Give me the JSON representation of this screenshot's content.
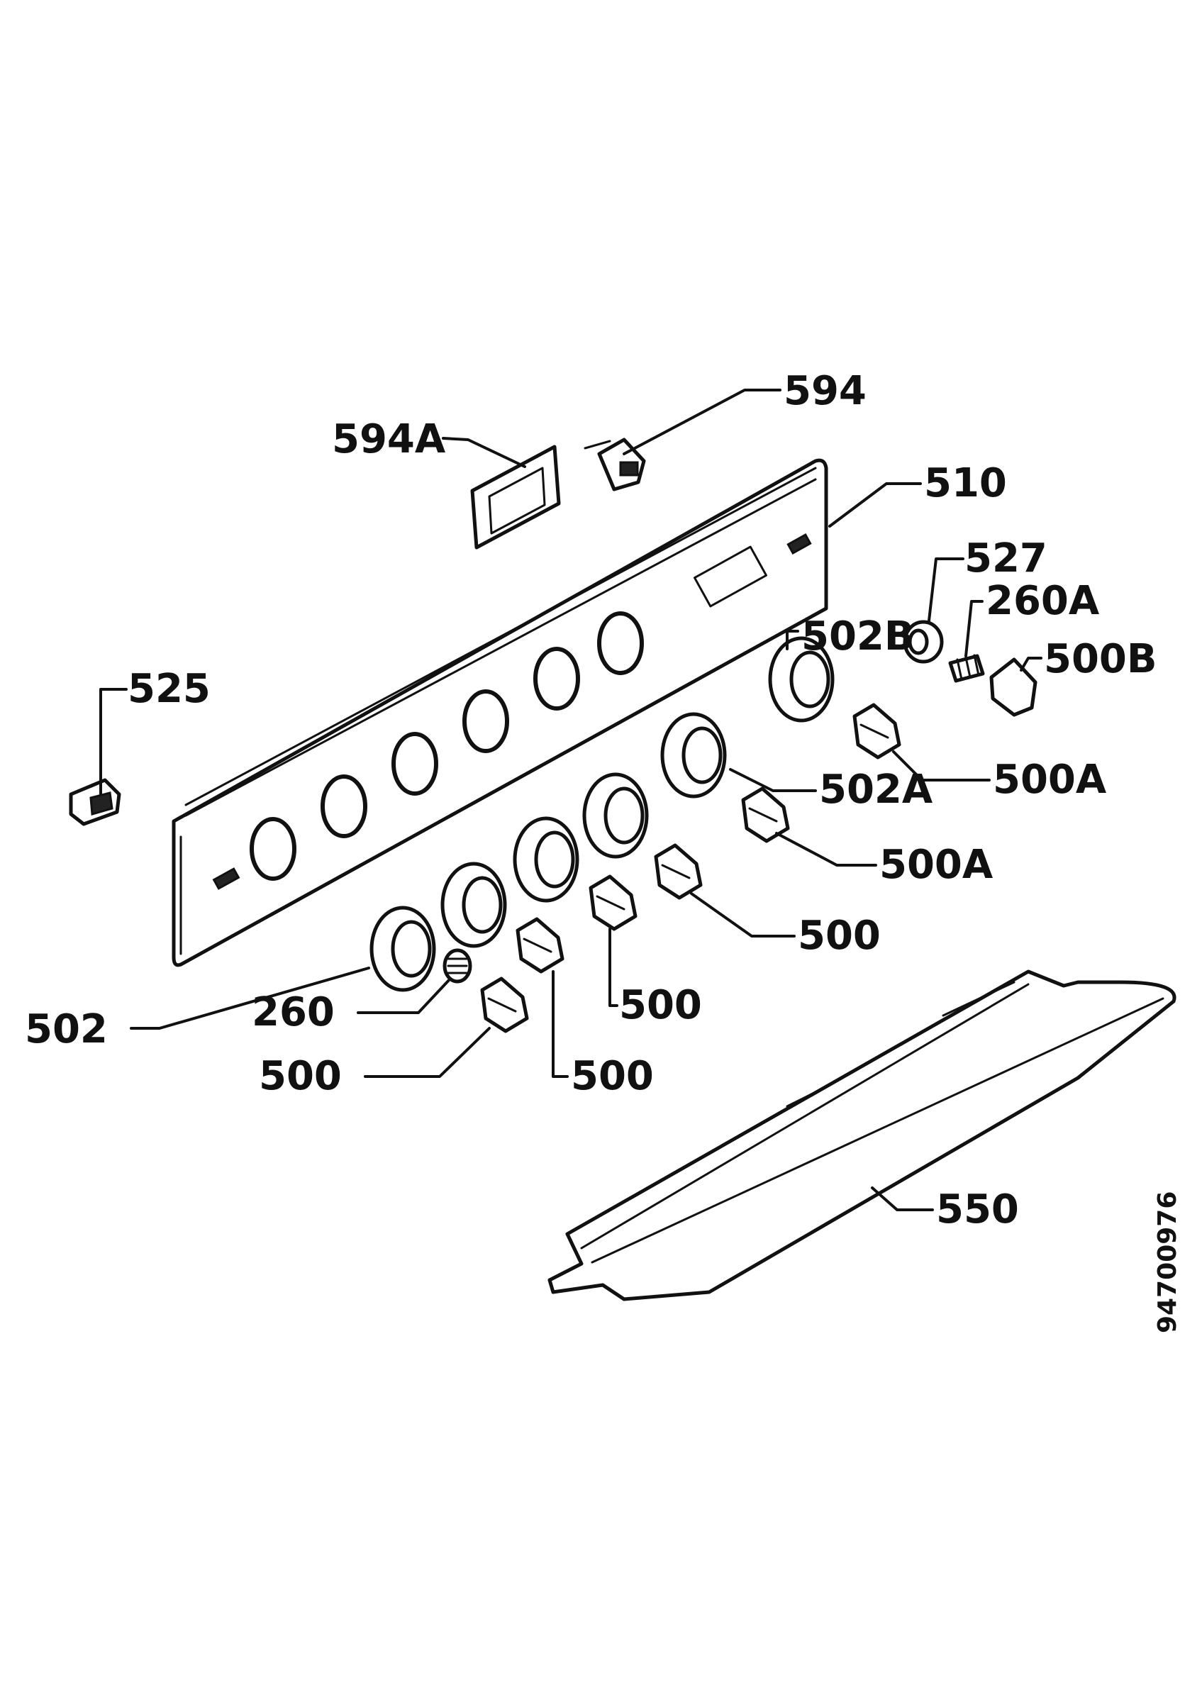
{
  "callouts": {
    "c594": "594",
    "c594a": "594A",
    "c510": "510",
    "c527": "527",
    "c260a": "260A",
    "c502b": "502B",
    "c500b": "500B",
    "c525": "525",
    "c502a": "502A",
    "c500a_1": "500A",
    "c500a_2": "500A",
    "c500_1": "500",
    "c500_2": "500",
    "c500_3": "500",
    "c500_4": "500",
    "c502": "502",
    "c260": "260",
    "c550": "550"
  },
  "document_number": "94700976"
}
